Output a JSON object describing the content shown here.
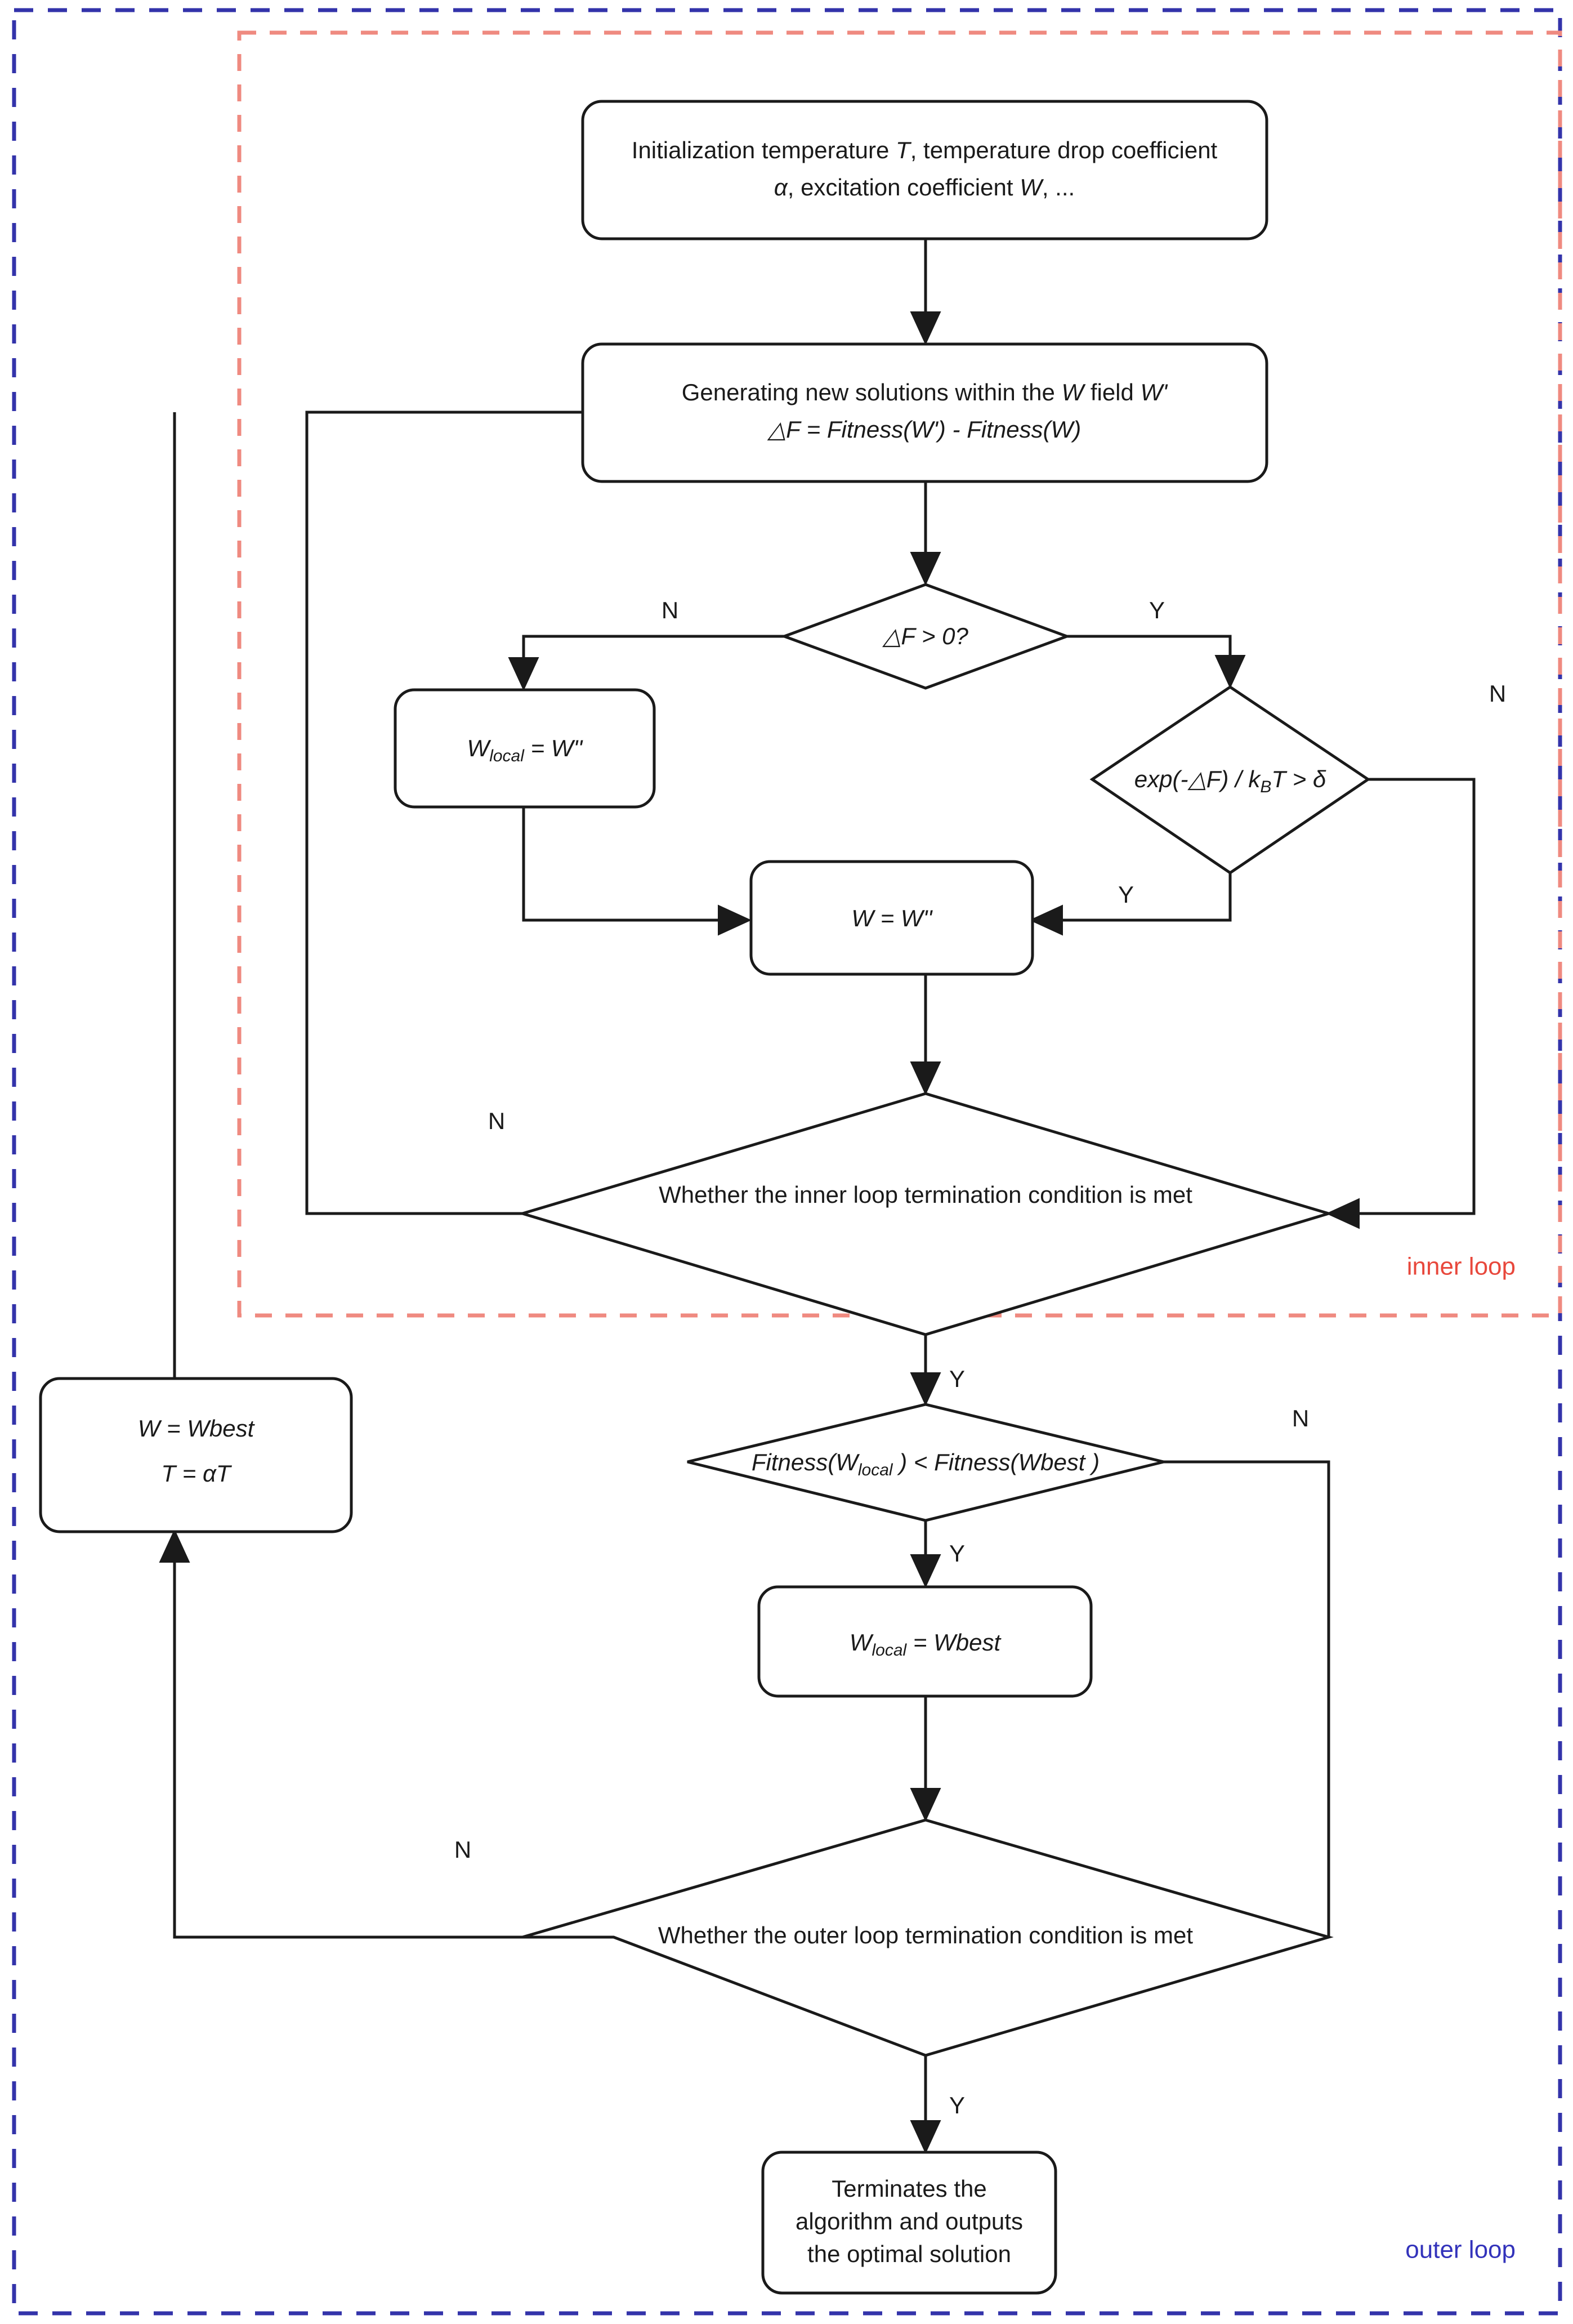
{
  "diagram": {
    "title": "Simulated annealing algorithm flowchart",
    "colors": {
      "outer_loop_border": "#1a1aa0",
      "inner_loop_border": "#f08080",
      "node_stroke": "#1a1a1a",
      "node_fill": "#ffffff",
      "edge": "#1a1a1a"
    }
  },
  "frames": {
    "outer": {
      "label": "outer loop",
      "color": "#3333aa",
      "style": "dashed"
    },
    "inner": {
      "label": "inner loop",
      "color": "#e8483c",
      "style": "dashed"
    }
  },
  "nodes": {
    "init": {
      "shape": "rounded-rect",
      "line1_a": "Initialization temperature ",
      "line1_b": "T",
      "line1_c": ", temperature drop coefficient",
      "line2_a": "α",
      "line2_b": ", excitation coefficient ",
      "line2_c": "W",
      "line2_d": ", ..."
    },
    "generate": {
      "shape": "rounded-rect",
      "line1_a": "Generating new solutions within the ",
      "line1_b": "W",
      "line1_c": " field ",
      "line1_d": "W'",
      "line2": "△F = Fitness(W') - Fitness(W)"
    },
    "df_decision": {
      "shape": "diamond",
      "text": "△F > 0?"
    },
    "w_local_assign": {
      "shape": "rounded-rect",
      "main": "W",
      "subscript": "local",
      "rest": " = W''"
    },
    "exp_decision": {
      "shape": "diamond",
      "prefix": "exp(-△F) / k",
      "subscript": "B",
      "suffix": "T > δ"
    },
    "w_assign": {
      "shape": "rounded-rect",
      "text": "W = W''"
    },
    "inner_term": {
      "shape": "diamond",
      "text": "Whether the inner loop termination condition is met"
    },
    "fitness_cmp": {
      "shape": "diamond",
      "prefix": "Fitness(W",
      "subscript": "local",
      "middle": " ) < Fitness(Wbest )"
    },
    "w_local_best": {
      "shape": "rounded-rect",
      "main": "W",
      "subscript": "local",
      "rest": "  = Wbest"
    },
    "outer_term": {
      "shape": "diamond",
      "text": "Whether the outer loop termination condition is met"
    },
    "update": {
      "shape": "rounded-rect",
      "line1": "W = Wbest",
      "line2": "T = αT"
    },
    "terminate": {
      "shape": "rounded-rect",
      "line1": "Terminates the",
      "line2": "algorithm and outputs",
      "line3": "the optimal solution"
    }
  },
  "edge_labels": {
    "df_no": "N",
    "df_yes": "Y",
    "exp_no": "N",
    "exp_yes": "Y",
    "inner_no": "N",
    "inner_yes": "Y",
    "fitness_no": "N",
    "fitness_yes": "Y",
    "outer_no": "N",
    "outer_yes": "Y"
  }
}
